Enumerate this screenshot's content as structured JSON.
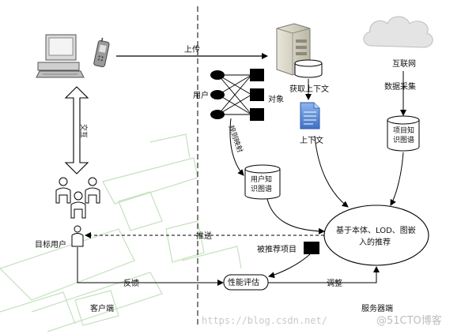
{
  "labels": {
    "upload": "上传",
    "interaction": "交互",
    "user": "用户",
    "object": "对象",
    "get_context": "获取上下文",
    "context": "上下文",
    "internet": "互联网",
    "data_collection": "数据采集",
    "item_kg_line1": "项目知",
    "item_kg_line2": "识图谱",
    "user_kg_line1": "用户知",
    "user_kg_line2": "识图谱",
    "rule_mapping": "规则映射",
    "target_user": "目标用户",
    "push": "推送",
    "recommended_item": "被推荐项目",
    "recommend_line1": "基于本体、LOD、图嵌",
    "recommend_line2": "入的推荐",
    "feedback": "反馈",
    "performance_eval": "性能评估",
    "adjust": "调整",
    "client": "客户端",
    "server": "服务器端"
  },
  "watermark": {
    "blog_url": "https://blog.csdn.net/",
    "blog_tag": "@51CTO博客"
  },
  "colors": {
    "line": "#000000",
    "watermark_green": "#b9ddb2",
    "doc_blue": "#4f86d8",
    "cloud": "#e4e4e4"
  }
}
